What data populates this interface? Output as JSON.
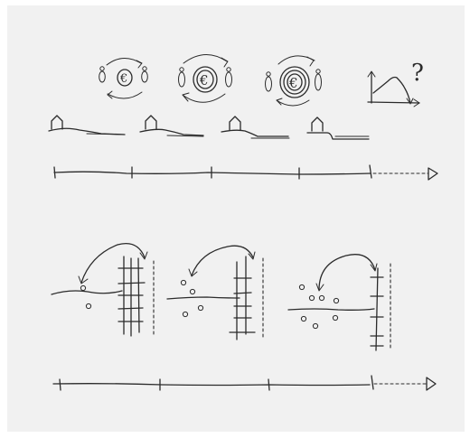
{
  "sketch": {
    "background": "#ffffff",
    "paper": "#f1f1f1",
    "ink": "#2b2b2b",
    "currency_symbol": "€",
    "question_mark": "?"
  },
  "top_section": {
    "money_circulation_stages": 3,
    "coin_ring_counts": [
      1,
      2,
      3
    ],
    "house_stages": 4,
    "timeline_ticks": 5
  },
  "bottom_section": {
    "migration_stages": 3,
    "timeline_ticks": 4
  }
}
